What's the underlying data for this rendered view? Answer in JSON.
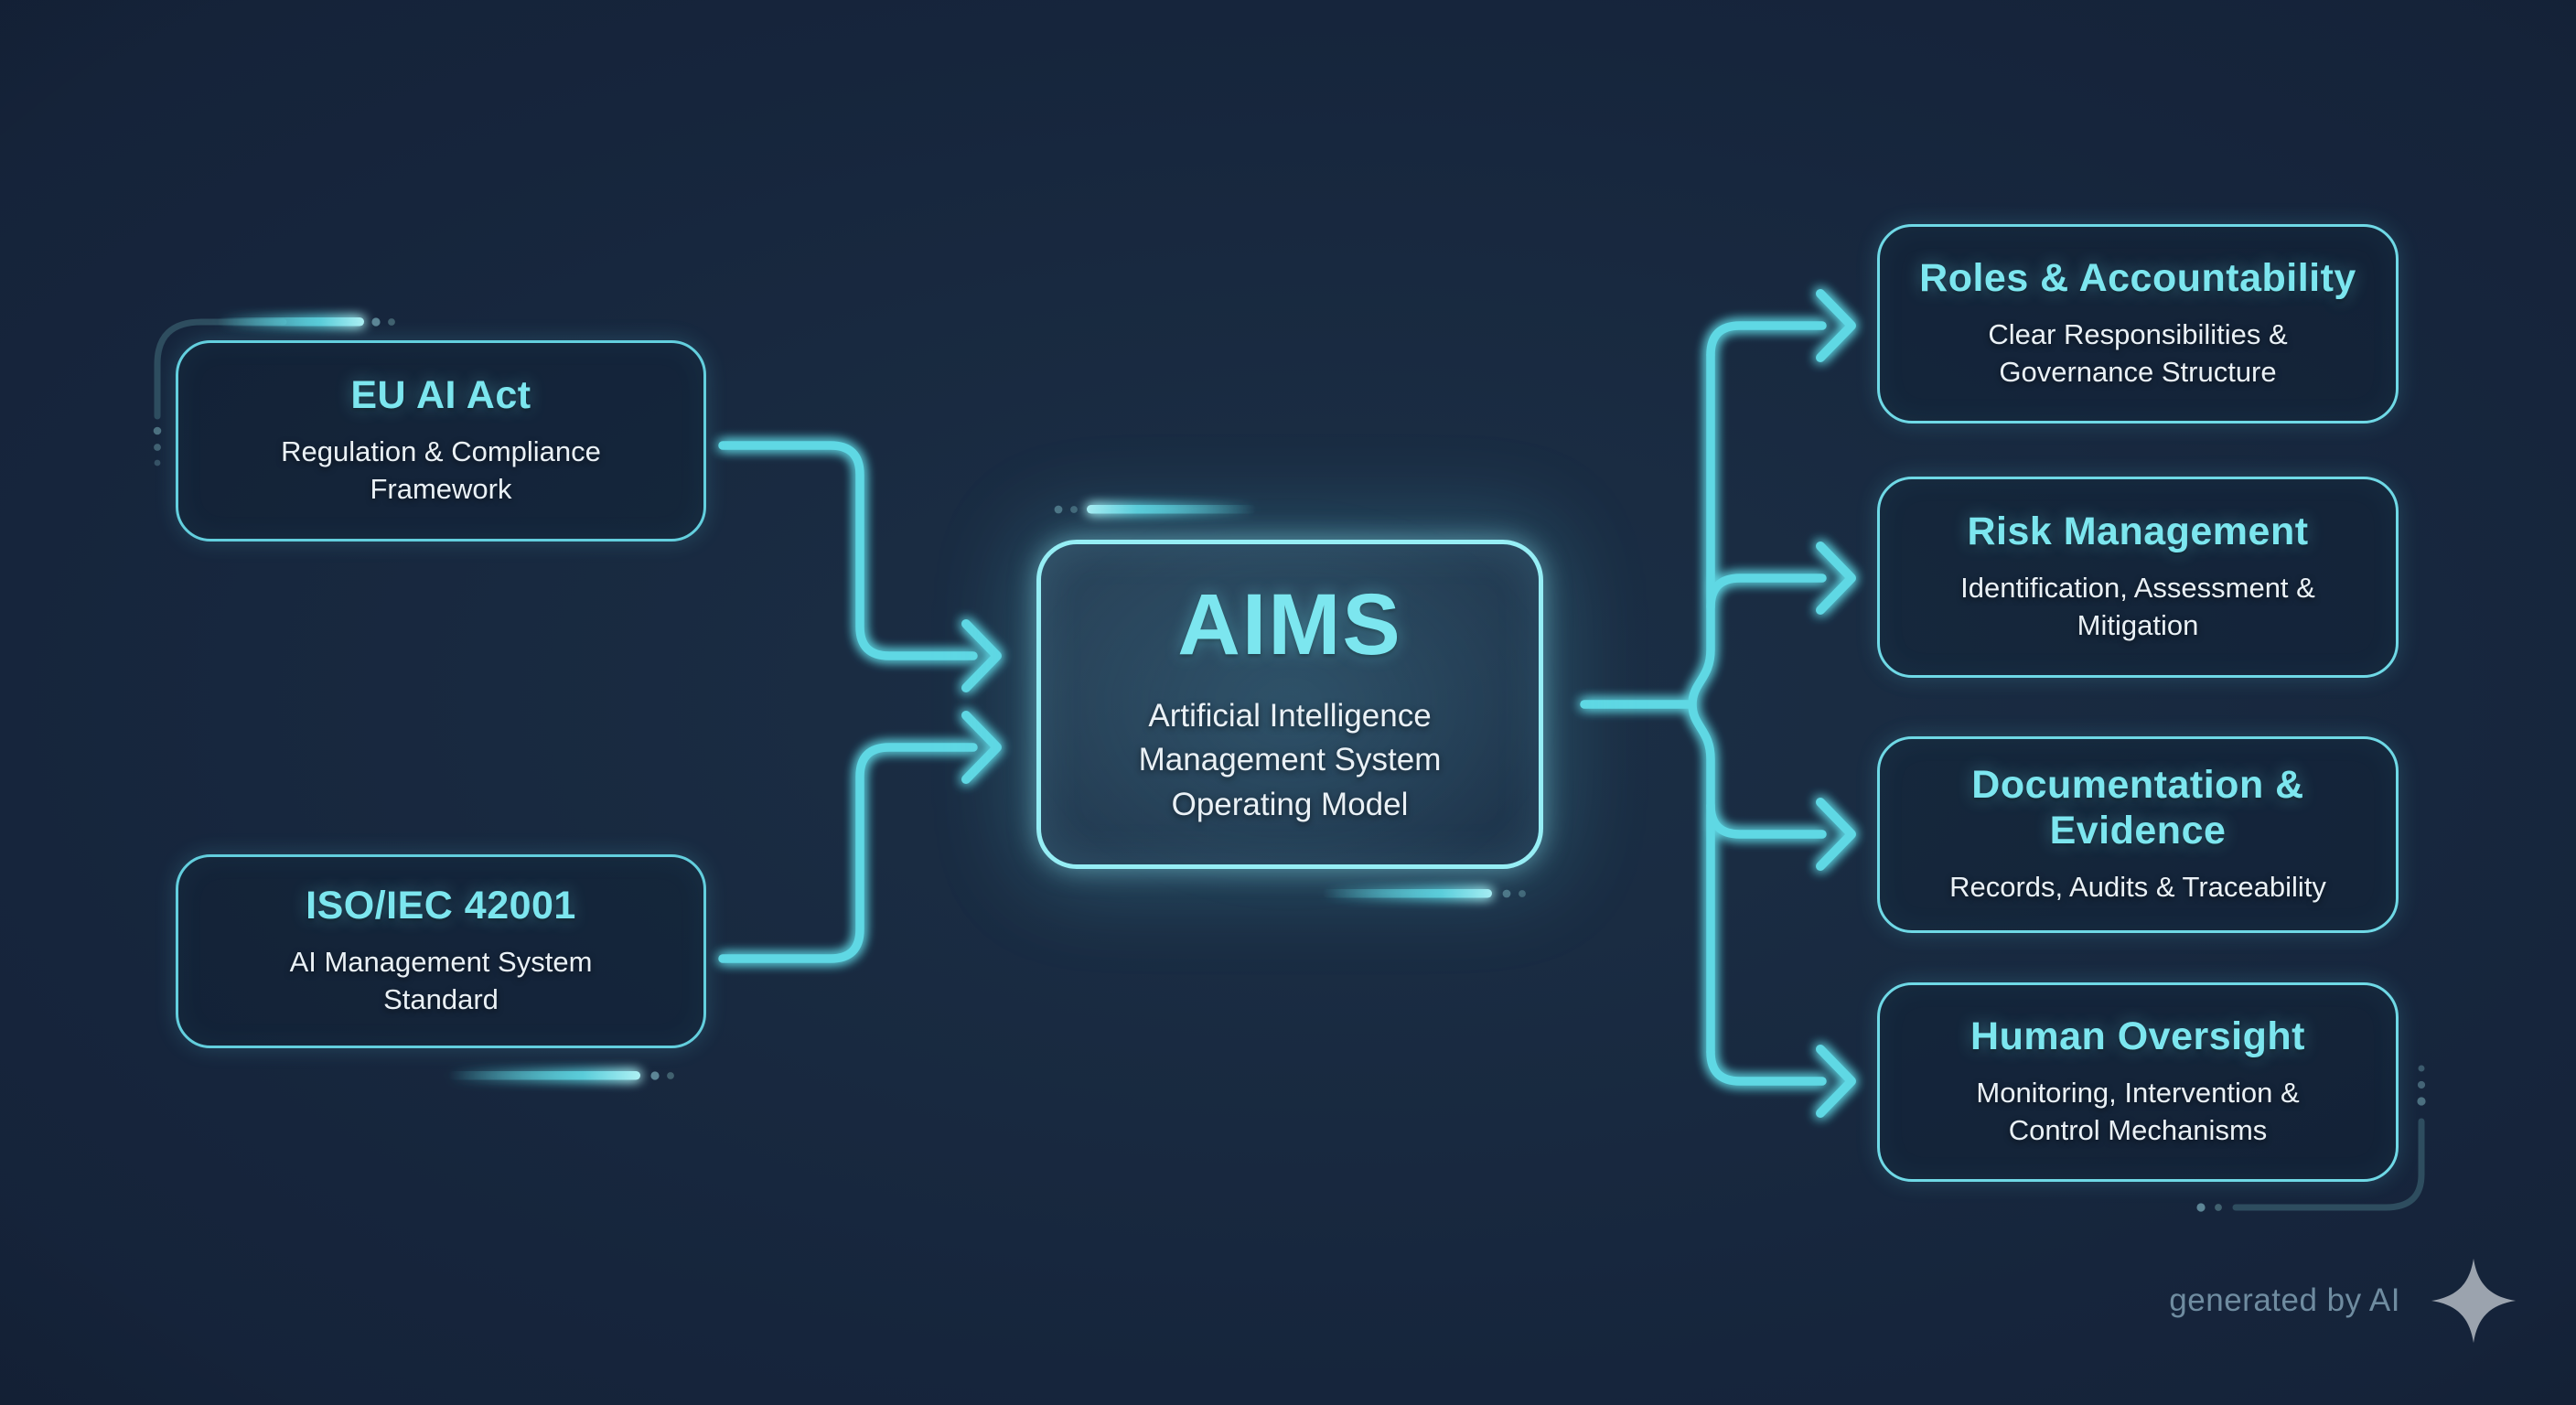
{
  "theme": {
    "bg_center": "#1c3046",
    "bg_mid": "#16253c",
    "bg_edge": "#101a2d",
    "accent": "#5fd8e4",
    "accent_bright": "#aef0f4",
    "border_input": "#63cfde",
    "border_output": "#6fd9e6",
    "border_center": "#96eef5",
    "title_cyan": "#7ce6ef",
    "text_white": "#eaf1f6",
    "deco": "#2e4d5f",
    "dot": "#4c7080",
    "dot_bright": "#5d8696",
    "dot_dim": "#41616f",
    "credit": "#6f8ca0",
    "sparkle": "#9ba3ae"
  },
  "diagram": {
    "inputs": [
      {
        "title": "EU AI Act",
        "subtitle": [
          "Regulation & Compliance",
          "Framework"
        ]
      },
      {
        "title": "ISO/IEC 42001",
        "subtitle": [
          "AI Management System",
          "Standard"
        ]
      }
    ],
    "center": {
      "title": "AIMS",
      "subtitle": [
        "Artificial Intelligence",
        "Management System",
        "Operating Model"
      ]
    },
    "outputs": [
      {
        "title": [
          "Roles & Accountability"
        ],
        "subtitle": [
          "Clear Responsibilities &",
          "Governance Structure"
        ]
      },
      {
        "title": [
          "Risk Management"
        ],
        "subtitle": [
          "Identification, Assessment &",
          "Mitigation"
        ]
      },
      {
        "title": [
          "Documentation &",
          "Evidence"
        ],
        "subtitle": [
          "Records, Audits & Traceability"
        ]
      },
      {
        "title": [
          "Human Oversight"
        ],
        "subtitle": [
          "Monitoring, Intervention &",
          "Control Mechanisms"
        ]
      }
    ]
  },
  "footer": {
    "credit": "generated by AI",
    "sparkle_icon": "four-point-star"
  }
}
